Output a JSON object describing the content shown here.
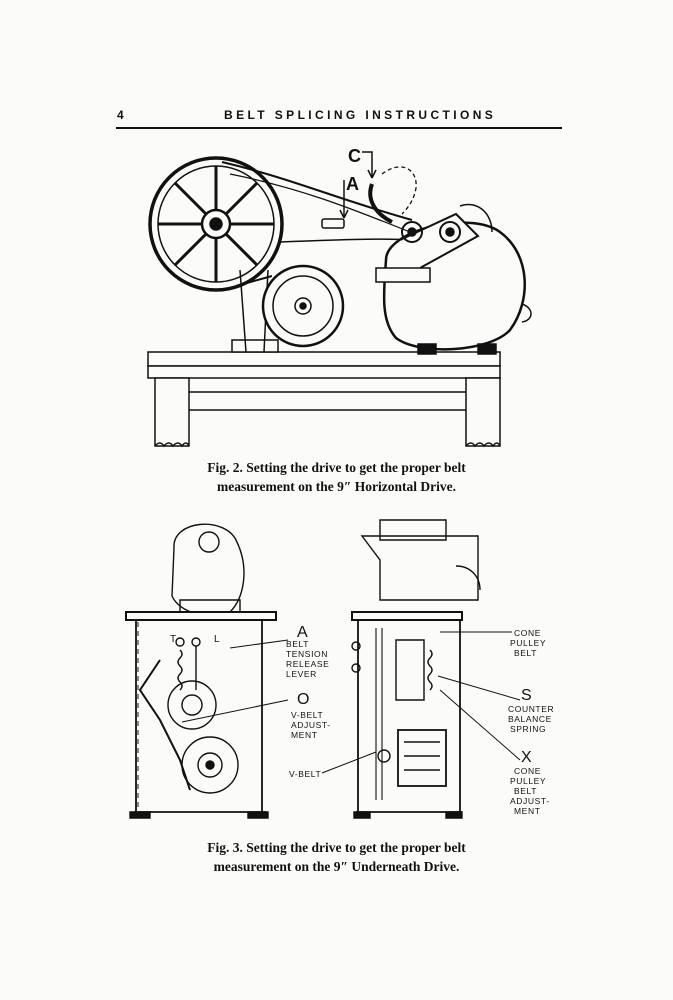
{
  "header": {
    "page_number": "4",
    "title": "BELT SPLICING INSTRUCTIONS"
  },
  "figure2": {
    "label_c": "C",
    "label_a": "A",
    "caption_line1": "Fig. 2.  Setting the drive to get the proper belt",
    "caption_line2": "measurement on the 9″ Horizontal Drive."
  },
  "figure3": {
    "label_t": "T",
    "label_l": "L",
    "label_a": "A",
    "label_a_text": [
      "BELT",
      "TENSION",
      "RELEASE",
      "LEVER"
    ],
    "label_o": "O",
    "label_o_text": [
      "V-BELT",
      "ADJUST-",
      "MENT"
    ],
    "label_vbelt": "V-BELT",
    "label_cone": [
      "CONE",
      "PULLEY",
      "BELT"
    ],
    "label_s": "S",
    "label_s_text": [
      "COUNTER",
      "BALANCE",
      "SPRING"
    ],
    "label_x": "X",
    "label_x_text": [
      "CONE",
      "PULLEY",
      "BELT",
      "ADJUST-",
      "MENT"
    ],
    "caption_line1": "Fig. 3.  Setting the drive to get the proper belt",
    "caption_line2": "measurement on the 9″ Underneath Drive."
  }
}
